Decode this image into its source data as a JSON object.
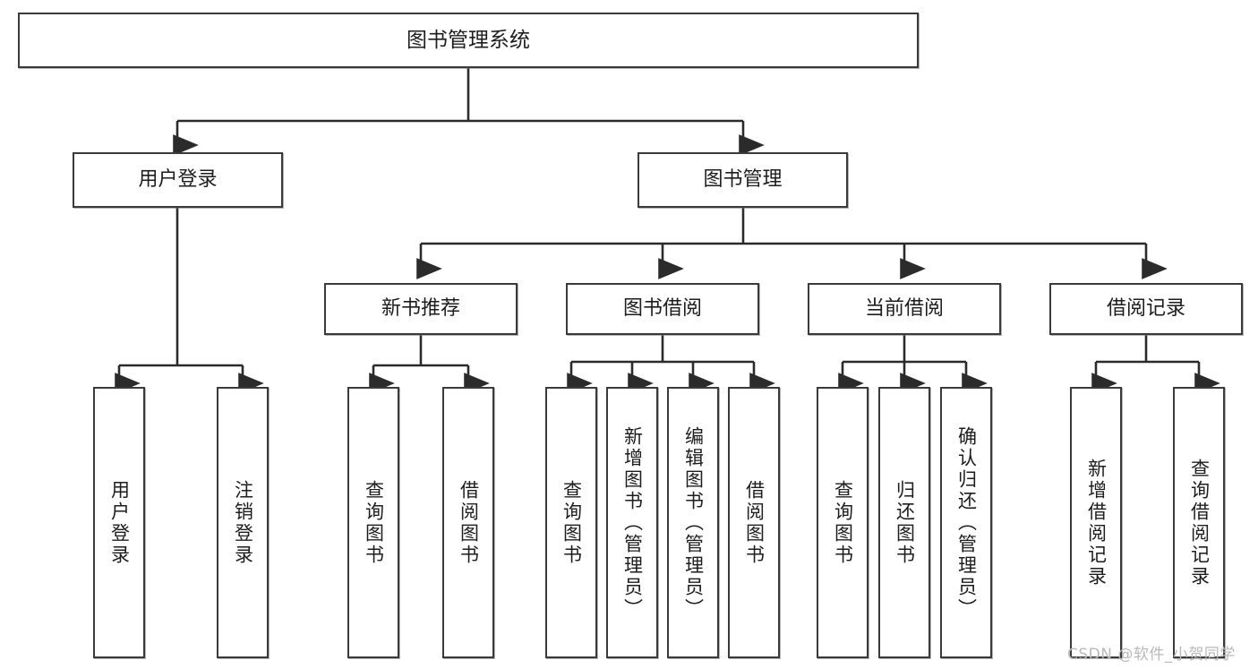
{
  "diagram": {
    "title": "图书管理系统",
    "type": "tree",
    "orientation": "top-down",
    "colors": {
      "background": "#ffffff",
      "node_border": "#3a3a3a",
      "node_fill": "#ffffff",
      "edge": "#2b2b2b",
      "text": "#1d1d1d",
      "watermark": "#b9b9b9"
    },
    "watermark": "CSDN @软件_小贺同学",
    "root": {
      "label": "图书管理系统"
    },
    "level2": [
      {
        "label": "用户登录"
      },
      {
        "label": "图书管理"
      }
    ],
    "level3": [
      {
        "label": "新书推荐"
      },
      {
        "label": "图书借阅"
      },
      {
        "label": "当前借阅"
      },
      {
        "label": "借阅记录"
      }
    ],
    "leaves": {
      "user_login": [
        {
          "label": "用户登录"
        },
        {
          "label": "注销登录"
        }
      ],
      "new_book_recommend": [
        {
          "label": "查询图书"
        },
        {
          "label": "借阅图书"
        }
      ],
      "book_borrow": [
        {
          "label": "查询图书"
        },
        {
          "label": "新增图书（管理员）"
        },
        {
          "label": "编辑图书（管理员）"
        },
        {
          "label": "借阅图书"
        }
      ],
      "current_borrow": [
        {
          "label": "查询图书"
        },
        {
          "label": "归还图书"
        },
        {
          "label": "确认归还（管理员）"
        }
      ],
      "borrow_record": [
        {
          "label": "新增借阅记录"
        },
        {
          "label": "查询借阅记录"
        }
      ]
    }
  }
}
